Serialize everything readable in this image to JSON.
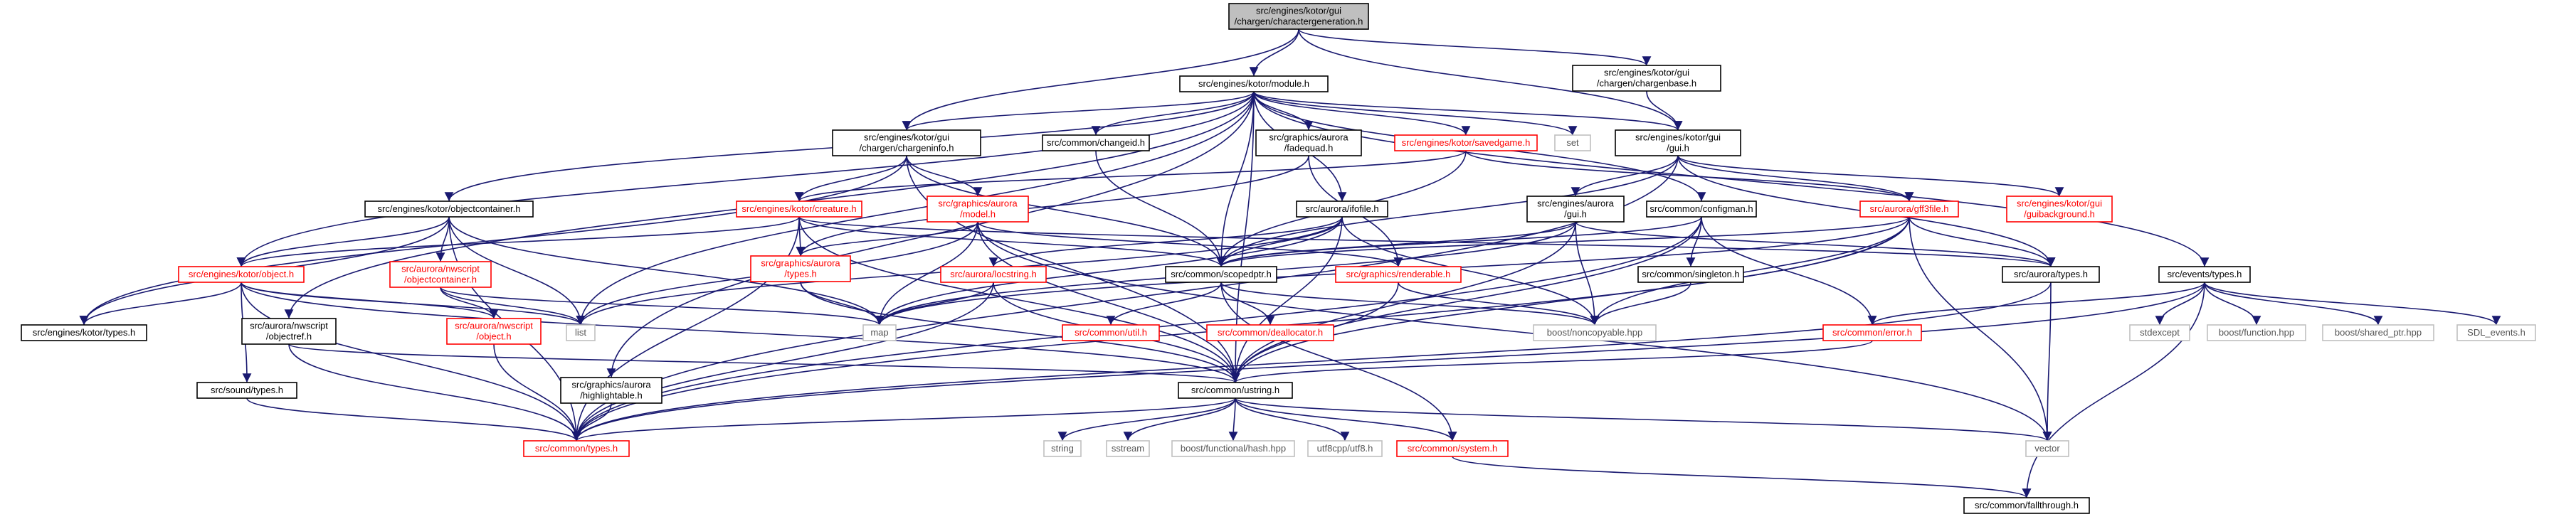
{
  "graph": {
    "nodes": [
      {
        "id": "root",
        "lines": [
          "src/engines/kotor/gui",
          "/chargen/charactergeneration.h"
        ],
        "style": "root"
      },
      {
        "id": "module",
        "lines": [
          "src/engines/kotor/module.h"
        ],
        "style": "normal"
      },
      {
        "id": "chargenbase",
        "lines": [
          "src/engines/kotor/gui",
          "/chargen/chargenbase.h"
        ],
        "style": "normal"
      },
      {
        "id": "chargeninfo",
        "lines": [
          "src/engines/kotor/gui",
          "/chargen/chargeninfo.h"
        ],
        "style": "normal"
      },
      {
        "id": "changeid",
        "lines": [
          "src/common/changeid.h"
        ],
        "style": "normal"
      },
      {
        "id": "fadequad",
        "lines": [
          "src/graphics/aurora",
          "/fadequad.h"
        ],
        "style": "normal"
      },
      {
        "id": "savedgame",
        "lines": [
          "src/engines/kotor/savedgame.h"
        ],
        "style": "red"
      },
      {
        "id": "set",
        "lines": [
          "set"
        ],
        "style": "gray"
      },
      {
        "id": "guih",
        "lines": [
          "src/engines/kotor/gui",
          "/gui.h"
        ],
        "style": "normal"
      },
      {
        "id": "objectcontainer_kotor",
        "lines": [
          "src/engines/kotor/objectcontainer.h"
        ],
        "style": "normal"
      },
      {
        "id": "creature",
        "lines": [
          "src/engines/kotor/creature.h"
        ],
        "style": "red"
      },
      {
        "id": "model",
        "lines": [
          "src/graphics/aurora",
          "/model.h"
        ],
        "style": "red"
      },
      {
        "id": "ifofile",
        "lines": [
          "src/aurora/ifofile.h"
        ],
        "style": "normal"
      },
      {
        "id": "configman",
        "lines": [
          "src/common/configman.h"
        ],
        "style": "normal"
      },
      {
        "id": "aurora_gui",
        "lines": [
          "src/engines/aurora",
          "/gui.h"
        ],
        "style": "normal"
      },
      {
        "id": "gff3file",
        "lines": [
          "src/aurora/gff3file.h"
        ],
        "style": "red"
      },
      {
        "id": "guiback",
        "lines": [
          "src/engines/kotor/gui",
          "/guibackground.h"
        ],
        "style": "red"
      },
      {
        "id": "eventtypes",
        "lines": [
          "src/events/types.h"
        ],
        "style": "normal"
      },
      {
        "id": "kotor_object",
        "lines": [
          "src/engines/kotor/object.h"
        ],
        "style": "red"
      },
      {
        "id": "nws_objcont",
        "lines": [
          "src/aurora/nwscript",
          "/objectcontainer.h"
        ],
        "style": "red"
      },
      {
        "id": "graphics_types",
        "lines": [
          "src/graphics/aurora",
          "/types.h"
        ],
        "style": "red"
      },
      {
        "id": "locstring",
        "lines": [
          "src/aurora/locstring.h"
        ],
        "style": "red"
      },
      {
        "id": "scopedptr",
        "lines": [
          "src/common/scopedptr.h"
        ],
        "style": "normal"
      },
      {
        "id": "renderable",
        "lines": [
          "src/graphics/renderable.h"
        ],
        "style": "red"
      },
      {
        "id": "singleton",
        "lines": [
          "src/common/singleton.h"
        ],
        "style": "normal"
      },
      {
        "id": "aurora_types",
        "lines": [
          "src/aurora/types.h"
        ],
        "style": "normal"
      },
      {
        "id": "kotor_types",
        "lines": [
          "src/engines/kotor/types.h"
        ],
        "style": "normal"
      },
      {
        "id": "objectref",
        "lines": [
          "src/aurora/nwscript",
          "/objectref.h"
        ],
        "style": "normal"
      },
      {
        "id": "nws_object",
        "lines": [
          "src/aurora/nwscript",
          "/object.h"
        ],
        "style": "red"
      },
      {
        "id": "list",
        "lines": [
          "list"
        ],
        "style": "gray"
      },
      {
        "id": "map",
        "lines": [
          "map"
        ],
        "style": "gray"
      },
      {
        "id": "util",
        "lines": [
          "src/common/util.h"
        ],
        "style": "red"
      },
      {
        "id": "deallocator",
        "lines": [
          "src/common/deallocator.h"
        ],
        "style": "red"
      },
      {
        "id": "noncopyable",
        "lines": [
          "boost/noncopyable.hpp"
        ],
        "style": "gray"
      },
      {
        "id": "error",
        "lines": [
          "src/common/error.h"
        ],
        "style": "red"
      },
      {
        "id": "stdexcept",
        "lines": [
          "stdexcept"
        ],
        "style": "gray"
      },
      {
        "id": "boostfunction",
        "lines": [
          "boost/function.hpp"
        ],
        "style": "gray"
      },
      {
        "id": "sharedptr",
        "lines": [
          "boost/shared_ptr.hpp"
        ],
        "style": "gray"
      },
      {
        "id": "sdlevents",
        "lines": [
          "SDL_events.h"
        ],
        "style": "gray"
      },
      {
        "id": "soundtypes",
        "lines": [
          "src/sound/types.h"
        ],
        "style": "normal"
      },
      {
        "id": "highlightable",
        "lines": [
          "src/graphics/aurora",
          "/highlightable.h"
        ],
        "style": "normal"
      },
      {
        "id": "ustring",
        "lines": [
          "src/common/ustring.h"
        ],
        "style": "normal"
      },
      {
        "id": "common_types",
        "lines": [
          "src/common/types.h"
        ],
        "style": "red"
      },
      {
        "id": "string",
        "lines": [
          "string"
        ],
        "style": "gray"
      },
      {
        "id": "sstream",
        "lines": [
          "sstream"
        ],
        "style": "gray"
      },
      {
        "id": "boosthash",
        "lines": [
          "boost/functional/hash.hpp"
        ],
        "style": "gray"
      },
      {
        "id": "utf8",
        "lines": [
          "utf8cpp/utf8.h"
        ],
        "style": "gray"
      },
      {
        "id": "system",
        "lines": [
          "src/common/system.h"
        ],
        "style": "red"
      },
      {
        "id": "vector",
        "lines": [
          "vector"
        ],
        "style": "gray"
      },
      {
        "id": "fallthrough",
        "lines": [
          "src/common/fallthrough.h"
        ],
        "style": "normal"
      }
    ],
    "edges": [
      [
        "root",
        "module"
      ],
      [
        "root",
        "chargenbase"
      ],
      [
        "root",
        "chargeninfo"
      ],
      [
        "root",
        "guih"
      ],
      [
        "chargenbase",
        "guih"
      ],
      [
        "module",
        "chargeninfo"
      ],
      [
        "module",
        "changeid"
      ],
      [
        "module",
        "fadequad"
      ],
      [
        "module",
        "savedgame"
      ],
      [
        "module",
        "set"
      ],
      [
        "module",
        "guih"
      ],
      [
        "module",
        "objectcontainer_kotor"
      ],
      [
        "module",
        "kotor_object"
      ],
      [
        "module",
        "ifofile"
      ],
      [
        "module",
        "configman"
      ],
      [
        "module",
        "eventtypes"
      ],
      [
        "module",
        "scopedptr"
      ],
      [
        "module",
        "list"
      ],
      [
        "module",
        "objectref"
      ],
      [
        "module",
        "highlightable"
      ],
      [
        "module",
        "ustring"
      ],
      [
        "chargeninfo",
        "creature"
      ],
      [
        "chargeninfo",
        "model"
      ],
      [
        "chargeninfo",
        "scopedptr"
      ],
      [
        "chargeninfo",
        "kotor_types"
      ],
      [
        "chargeninfo",
        "ustring"
      ],
      [
        "changeid",
        "scopedptr"
      ],
      [
        "fadequad",
        "renderable"
      ],
      [
        "fadequad",
        "graphics_types"
      ],
      [
        "savedgame",
        "creature"
      ],
      [
        "savedgame",
        "gff3file"
      ],
      [
        "savedgame",
        "scopedptr"
      ],
      [
        "guih",
        "aurora_gui"
      ],
      [
        "guih",
        "gff3file"
      ],
      [
        "guih",
        "guiback"
      ],
      [
        "guih",
        "aurora_types"
      ],
      [
        "guih",
        "scopedptr"
      ],
      [
        "guih",
        "common_types"
      ],
      [
        "objectcontainer_kotor",
        "kotor_object"
      ],
      [
        "objectcontainer_kotor",
        "nws_objcont"
      ],
      [
        "objectcontainer_kotor",
        "list"
      ],
      [
        "objectcontainer_kotor",
        "map"
      ],
      [
        "objectcontainer_kotor",
        "kotor_types"
      ],
      [
        "objectcontainer_kotor",
        "common_types"
      ],
      [
        "creature",
        "kotor_object"
      ],
      [
        "creature",
        "graphics_types"
      ],
      [
        "creature",
        "scopedptr"
      ],
      [
        "creature",
        "ustring"
      ],
      [
        "creature",
        "common_types"
      ],
      [
        "creature",
        "aurora_types"
      ],
      [
        "model",
        "graphics_types"
      ],
      [
        "model",
        "renderable"
      ],
      [
        "model",
        "list"
      ],
      [
        "model",
        "map"
      ],
      [
        "model",
        "ustring"
      ],
      [
        "model",
        "vector"
      ],
      [
        "ifofile",
        "locstring"
      ],
      [
        "ifofile",
        "scopedptr"
      ],
      [
        "ifofile",
        "noncopyable"
      ],
      [
        "ifofile",
        "ustring"
      ],
      [
        "ifofile",
        "map"
      ],
      [
        "ifofile",
        "list"
      ],
      [
        "configman",
        "singleton"
      ],
      [
        "configman",
        "scopedptr"
      ],
      [
        "configman",
        "error"
      ],
      [
        "configman",
        "ustring"
      ],
      [
        "configman",
        "common_types"
      ],
      [
        "aurora_gui",
        "scopedptr"
      ],
      [
        "aurora_gui",
        "noncopyable"
      ],
      [
        "aurora_gui",
        "ustring"
      ],
      [
        "aurora_gui",
        "aurora_types"
      ],
      [
        "aurora_gui",
        "map"
      ],
      [
        "gff3file",
        "aurora_types"
      ],
      [
        "gff3file",
        "scopedptr"
      ],
      [
        "gff3file",
        "noncopyable"
      ],
      [
        "gff3file",
        "ustring"
      ],
      [
        "gff3file",
        "common_types"
      ],
      [
        "gff3file",
        "vector"
      ],
      [
        "gff3file",
        "map"
      ],
      [
        "eventtypes",
        "error"
      ],
      [
        "eventtypes",
        "stdexcept"
      ],
      [
        "eventtypes",
        "boostfunction"
      ],
      [
        "eventtypes",
        "sharedptr"
      ],
      [
        "eventtypes",
        "sdlevents"
      ],
      [
        "eventtypes",
        "fallthrough"
      ],
      [
        "eventtypes",
        "common_types"
      ],
      [
        "kotor_object",
        "kotor_types"
      ],
      [
        "kotor_object",
        "nws_object"
      ],
      [
        "kotor_object",
        "soundtypes"
      ],
      [
        "kotor_object",
        "list"
      ],
      [
        "kotor_object",
        "ustring"
      ],
      [
        "kotor_object",
        "common_types"
      ],
      [
        "nws_objcont",
        "nws_object"
      ],
      [
        "nws_objcont",
        "list"
      ],
      [
        "nws_objcont",
        "map"
      ],
      [
        "graphics_types",
        "map"
      ],
      [
        "graphics_types",
        "ustring"
      ],
      [
        "locstring",
        "map"
      ],
      [
        "locstring",
        "ustring"
      ],
      [
        "locstring",
        "common_types"
      ],
      [
        "scopedptr",
        "util"
      ],
      [
        "scopedptr",
        "deallocator"
      ],
      [
        "scopedptr",
        "noncopyable"
      ],
      [
        "scopedptr",
        "system"
      ],
      [
        "renderable",
        "noncopyable"
      ],
      [
        "renderable",
        "ustring"
      ],
      [
        "singleton",
        "noncopyable"
      ],
      [
        "aurora_types",
        "vector"
      ],
      [
        "aurora_types",
        "common_types"
      ],
      [
        "error",
        "ustring"
      ],
      [
        "objectref",
        "ustring"
      ],
      [
        "objectref",
        "common_types"
      ],
      [
        "nws_object",
        "common_types"
      ],
      [
        "soundtypes",
        "common_types"
      ],
      [
        "highlightable",
        "common_types"
      ],
      [
        "ustring",
        "common_types"
      ],
      [
        "ustring",
        "string"
      ],
      [
        "ustring",
        "sstream"
      ],
      [
        "ustring",
        "boosthash"
      ],
      [
        "ustring",
        "utf8"
      ],
      [
        "ustring",
        "system"
      ],
      [
        "ustring",
        "vector"
      ],
      [
        "system",
        "fallthrough"
      ]
    ]
  }
}
